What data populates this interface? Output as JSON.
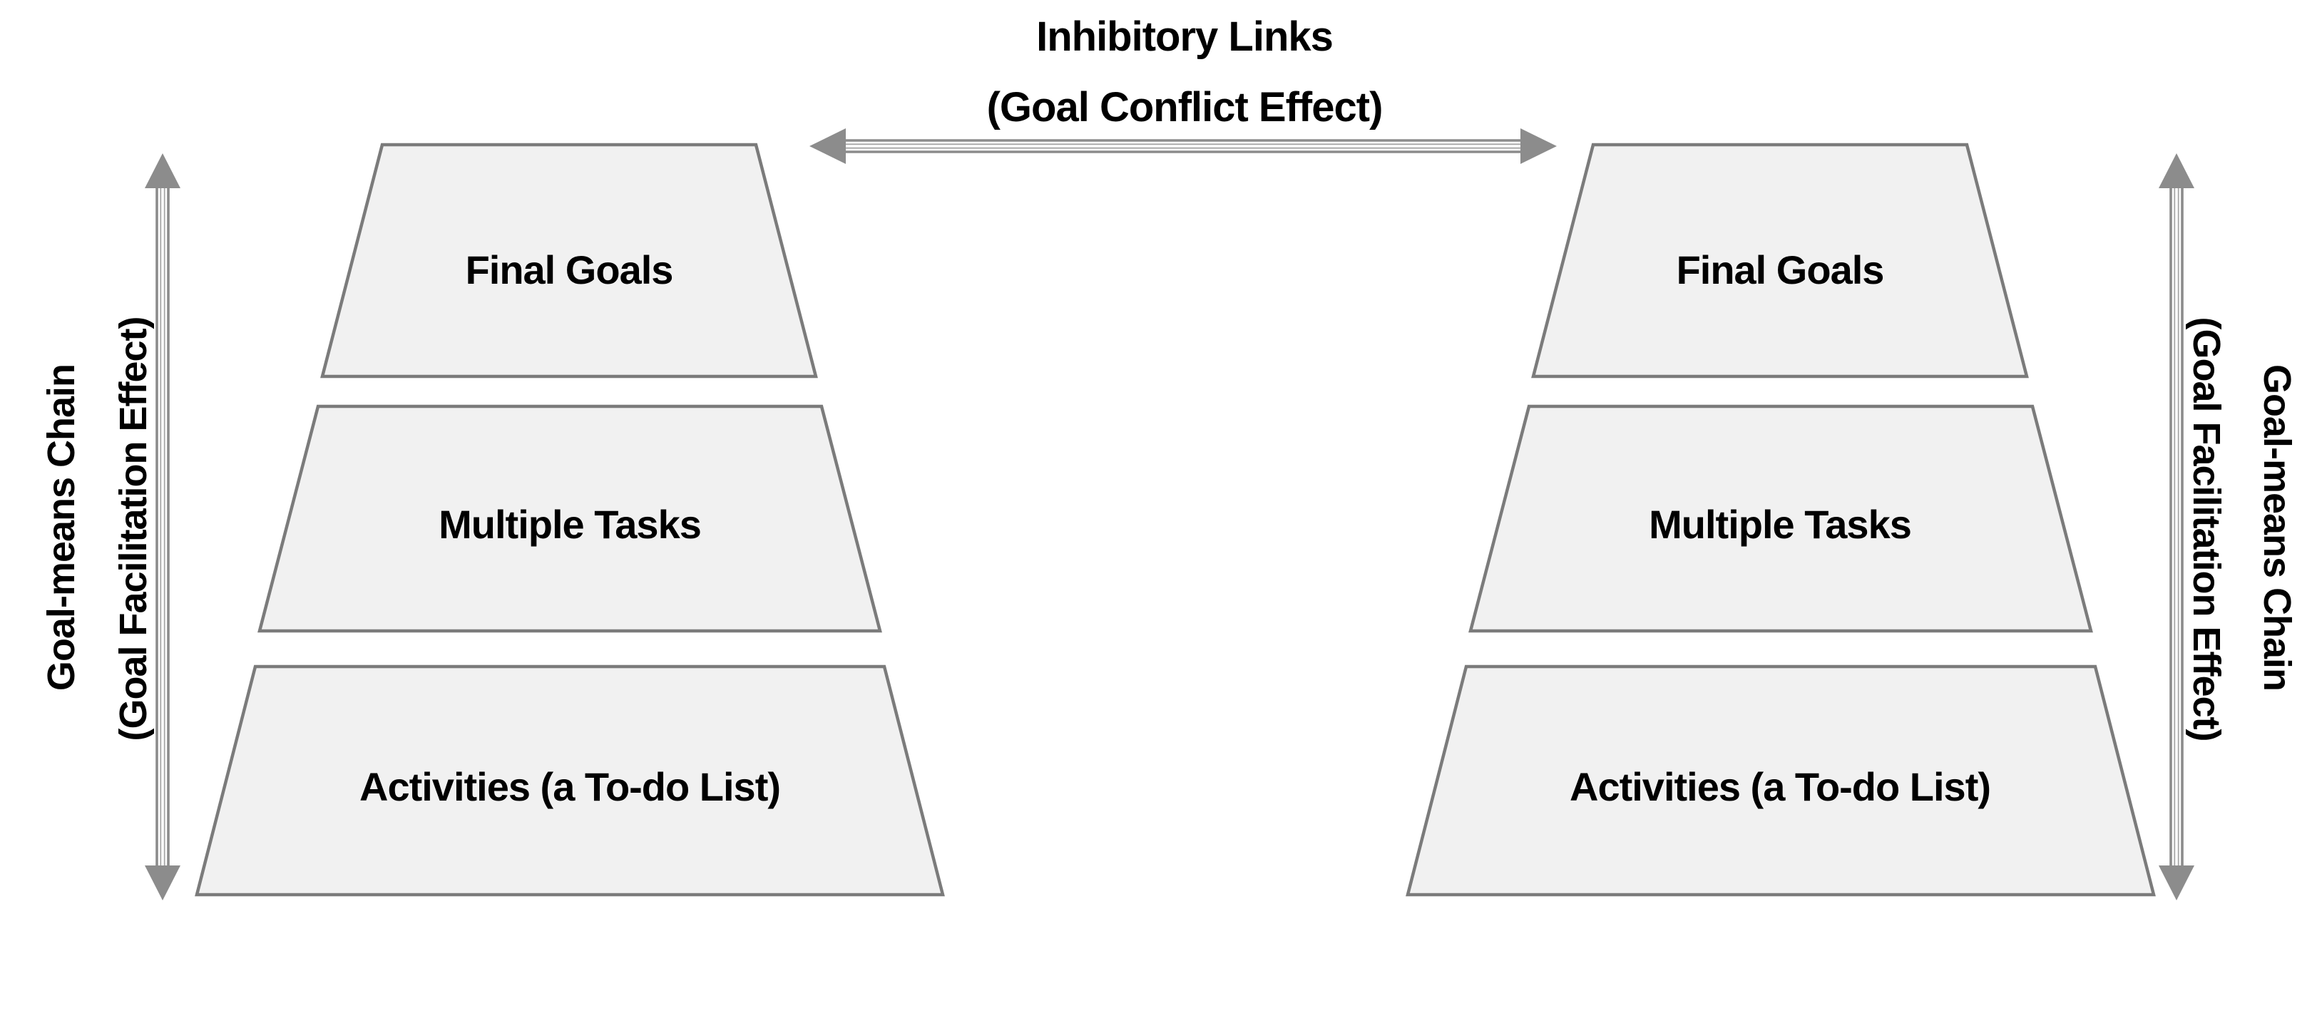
{
  "diagram": {
    "top_link": {
      "title": "Inhibitory Links",
      "subtitle": "(Goal Conflict Effect)"
    },
    "left_chain": {
      "title": "Goal-means Chain",
      "subtitle": "(Goal Facilitation Effect)"
    },
    "right_chain": {
      "title": "Goal-means Chain",
      "subtitle": "(Goal Facilitation Effect)"
    },
    "left_pyramid": {
      "levels": [
        {
          "label": "Final Goals"
        },
        {
          "label": "Multiple Tasks"
        },
        {
          "label": "Activities (a To-do List)"
        }
      ]
    },
    "right_pyramid": {
      "levels": [
        {
          "label": "Final Goals"
        },
        {
          "label": "Multiple Tasks"
        },
        {
          "label": "Activities (a To-do List)"
        }
      ]
    },
    "colors": {
      "background": "#ffffff",
      "shape_fill": "#f1f1f1",
      "shape_border": "#7b7b7b",
      "arrow": "#8c8c8c",
      "arrow_inner_stripe": "#a6a6a6",
      "text": "#000000"
    }
  }
}
